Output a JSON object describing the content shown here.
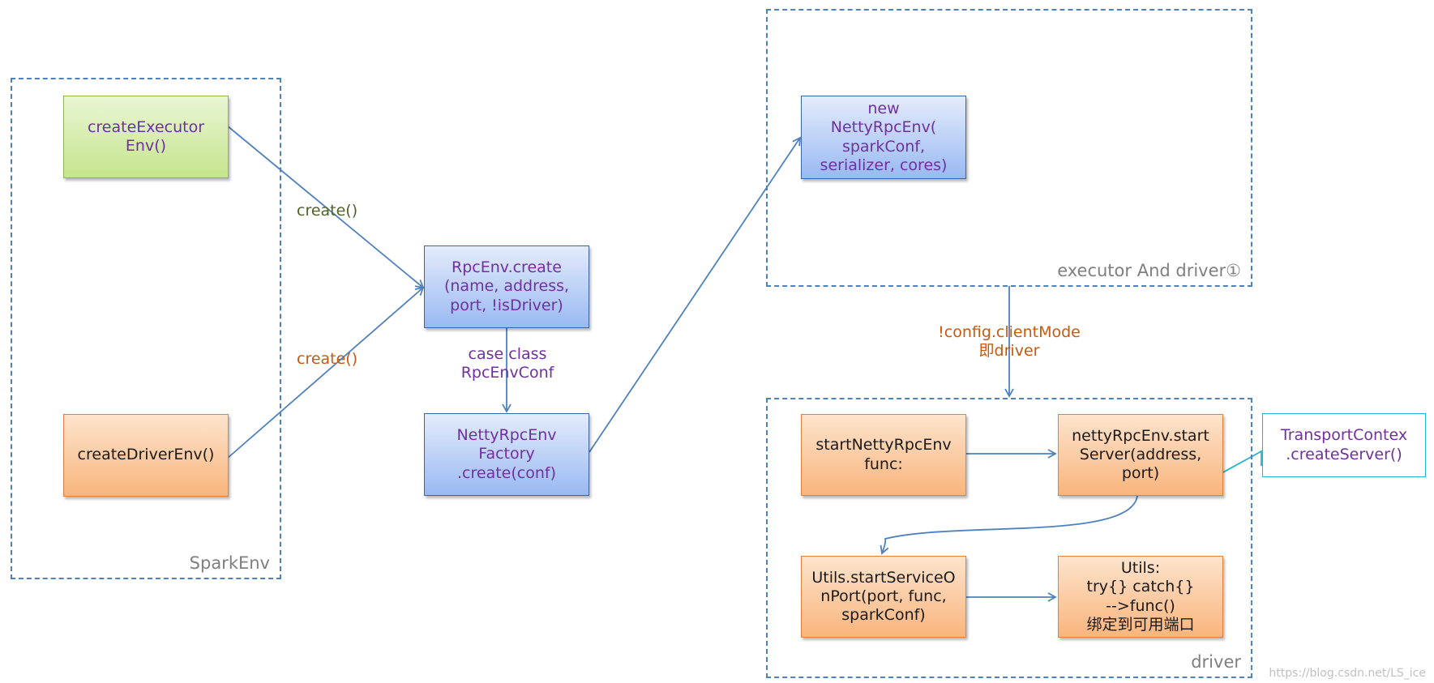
{
  "regions": {
    "sparkenv": "SparkEnv",
    "executor_and_driver": "executor And driver①",
    "driver": "driver"
  },
  "nodes": {
    "create_executor_env": "createExecutor\nEnv()",
    "create_driver_env": "createDriverEnv()",
    "rpcenv_create": "RpcEnv.create\n(name, address,\nport, !isDriver)",
    "netty_factory": "NettyRpcEnv\nFactory\n.create(conf)",
    "new_netty_rpc_env": "new\nNettyRpcEnv(\nsparkConf,\nserializer, cores)",
    "start_netty_rpc_env": "startNettyRpcEnv\nfunc:",
    "netty_start_server": "nettyRpcEnv.start\nServer(address,\nport)",
    "start_service_on_port": "Utils.startServiceO\nnPort(port, func,\nsparkConf)",
    "utils_try_catch": "Utils:\ntry{} catch{}\n-->func()\n绑定到可用端口"
  },
  "callout": "TransportContex\n.createServer()",
  "edge_labels": {
    "create_top": "create()",
    "create_bottom": "create()",
    "case_class": "case class\nRpcEnvConf",
    "client_mode": "!config.clientMode\n即driver"
  },
  "colors": {
    "edge": "#4f81bd",
    "region_border": "#4f81bd",
    "label_green_text": "#4f6228",
    "label_purple_text": "#7030a0",
    "label_orange_text": "#c55a11"
  },
  "watermark": "https://blog.csdn.net/LS_ice"
}
